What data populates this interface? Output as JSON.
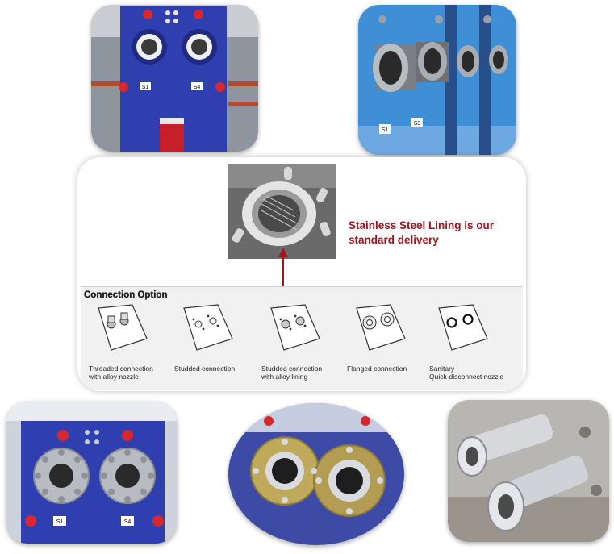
{
  "center_panel": {
    "caption": "Stainless Steel Lining is our standard delivery",
    "accent_color": "#a0151e",
    "section_heading": "Connection Option",
    "options": [
      {
        "label": "Threaded connection\nwith alloy nozzle",
        "icon": "threaded-plate-icon"
      },
      {
        "label": "Studded connection",
        "icon": "studded-plate-icon"
      },
      {
        "label": "Studded connection\nwith alloy lining",
        "icon": "studded-lined-plate-icon"
      },
      {
        "label": "Flanged connection",
        "icon": "flanged-plate-icon"
      },
      {
        "label": "Sanitary\nQuick-disconnect nozzle",
        "icon": "sanitary-plate-icon"
      }
    ]
  },
  "photos": {
    "top_left": {
      "plate_labels": [
        "S1",
        "S4"
      ]
    },
    "top_right": {
      "plate_labels": [
        "S1",
        "S3"
      ]
    },
    "bottom_left": {
      "plate_labels": [
        "S1",
        "S4"
      ]
    }
  },
  "colors": {
    "frame_blue": "#2f3fb0",
    "steel": "#c9ccd2",
    "bolt_red": "#d8282f"
  }
}
